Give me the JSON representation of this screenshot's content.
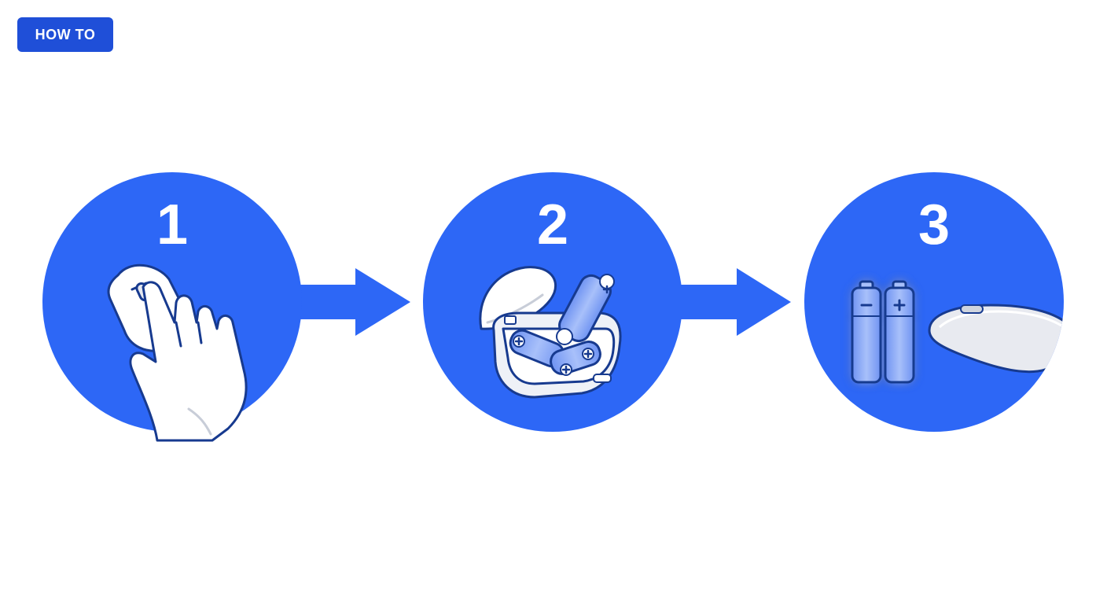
{
  "header": {
    "badge_label": "HOW TO"
  },
  "steps": [
    {
      "number": "1",
      "icon": "hand-on-mouse-icon"
    },
    {
      "number": "2",
      "icon": "open-battery-compartment-icon"
    },
    {
      "number": "3",
      "icon": "batteries-and-mouse-icon"
    }
  ],
  "colors": {
    "accent": "#2d67f6",
    "badge": "#1f4fd8",
    "outline": "#173a8f",
    "battery_fill": "#8eadf7"
  }
}
